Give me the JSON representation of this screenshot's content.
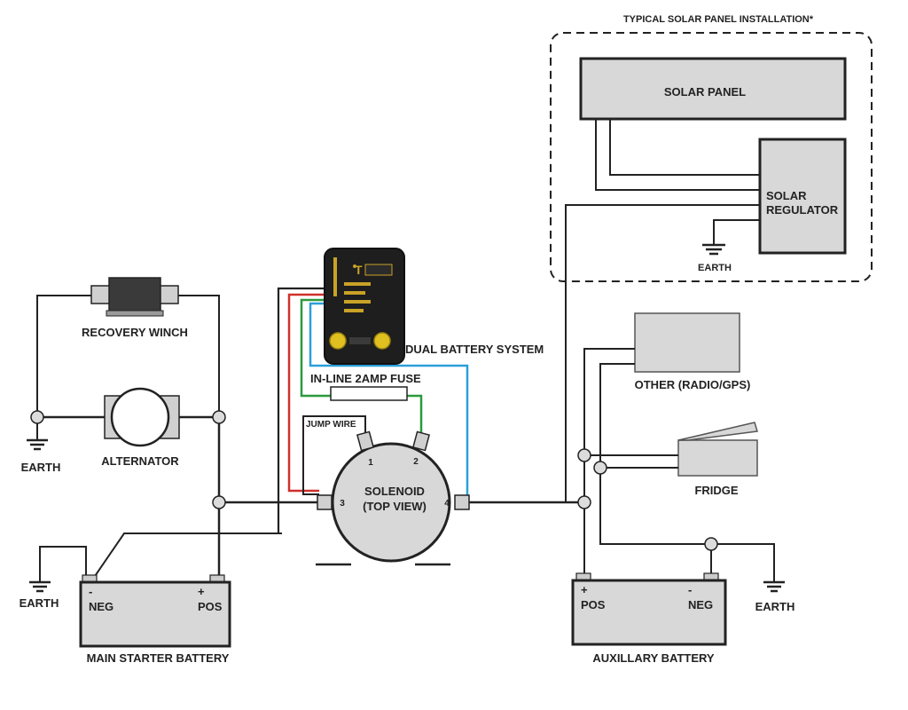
{
  "solar_section": {
    "title": "TYPICAL SOLAR PANEL INSTALLATION*",
    "panel_label": "SOLAR PANEL",
    "regulator_label_1": "SOLAR",
    "regulator_label_2": "REGULATOR",
    "earth_label": "EARTH"
  },
  "components": {
    "winch_label": "RECOVERY WINCH",
    "alternator_label": "ALTERNATOR",
    "dbs_label": "DUAL BATTERY SYSTEM",
    "dbs_logo": "T",
    "fuse_label": "IN-LINE 2AMP FUSE",
    "jump_wire_label": "JUMP WIRE",
    "solenoid_label_1": "SOLENOID",
    "solenoid_label_2": "(TOP VIEW)",
    "terminal_1": "1",
    "terminal_2": "2",
    "terminal_3": "3",
    "terminal_4": "4",
    "other_label": "OTHER (RADIO/GPS)",
    "fridge_label": "FRIDGE"
  },
  "main_battery": {
    "label": "MAIN STARTER BATTERY",
    "neg_sign": "-",
    "neg_label": "NEG",
    "pos_sign": "+",
    "pos_label": "POS"
  },
  "aux_battery": {
    "label": "AUXILLARY BATTERY",
    "pos_sign": "+",
    "pos_label": "POS",
    "neg_sign": "-",
    "neg_label": "NEG"
  },
  "earth_labels": {
    "left_upper": "EARTH",
    "left_lower": "EARTH",
    "right": "EARTH"
  },
  "colors": {
    "wire_red": "#d0302b",
    "wire_green": "#2a9a3c",
    "wire_blue": "#2b9fd8",
    "component_fill": "#d8d8d8"
  }
}
